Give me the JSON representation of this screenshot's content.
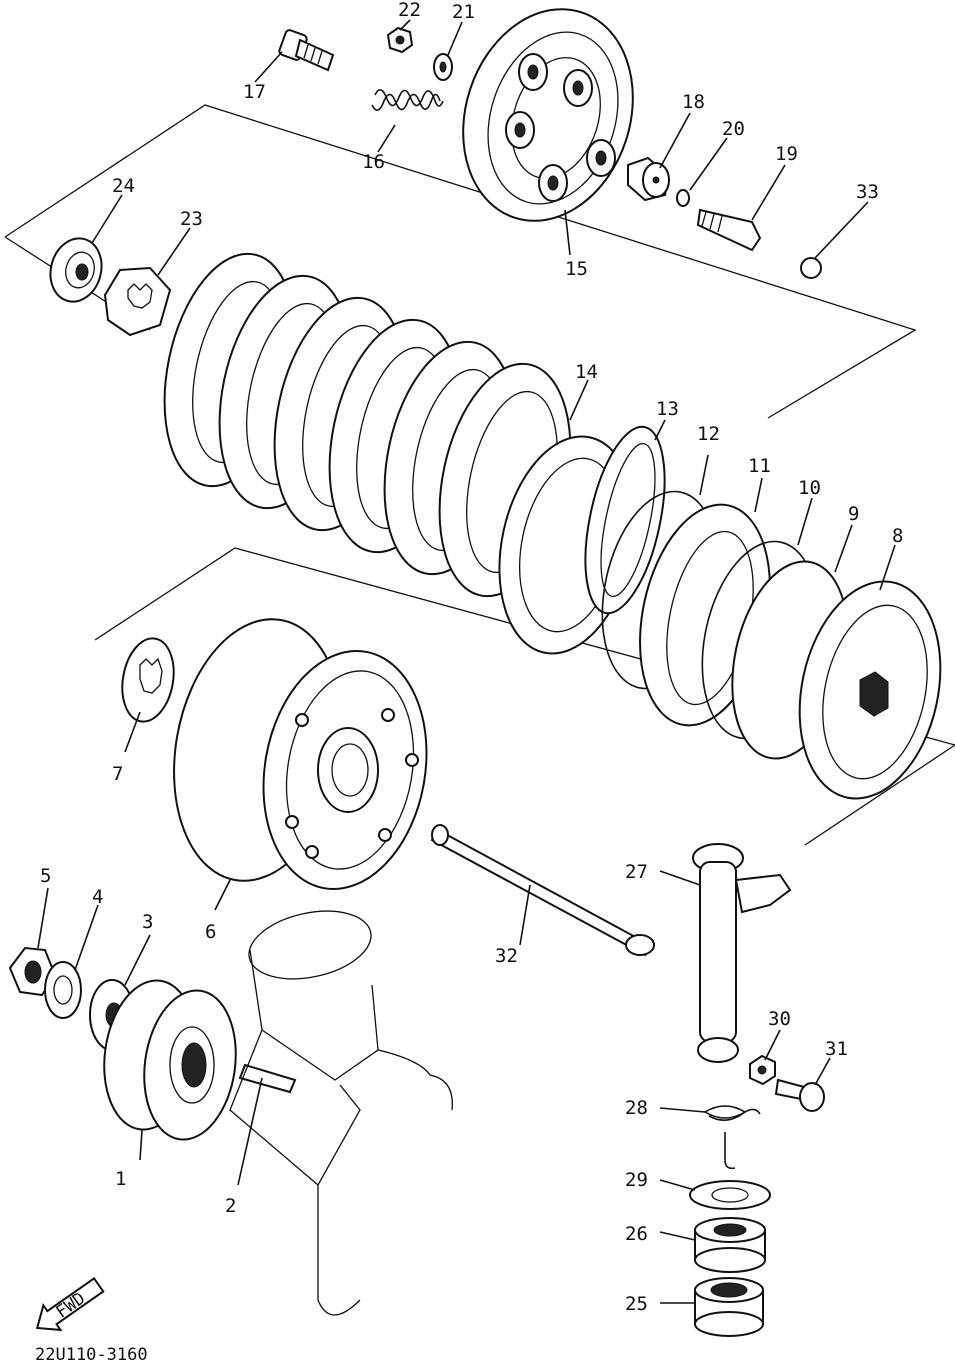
{
  "labels": {
    "l1": "1",
    "l2": "2",
    "l3": "3",
    "l4": "4",
    "l5": "5",
    "l6": "6",
    "l7": "7",
    "l8": "8",
    "l9": "9",
    "l10": "10",
    "l11": "11",
    "l12": "12",
    "l13": "13",
    "l14": "14",
    "l15": "15",
    "l16": "16",
    "l17": "17",
    "l18": "18",
    "l19": "19",
    "l20": "20",
    "l21": "21",
    "l22": "22",
    "l23": "23",
    "l24": "24",
    "l25": "25",
    "l26": "26",
    "l27": "27",
    "l28": "28",
    "l29": "29",
    "l30": "30",
    "l31": "31",
    "l32": "32",
    "l33": "33"
  },
  "fwd_label": "FWD",
  "drawing_code": "22U110-3160"
}
